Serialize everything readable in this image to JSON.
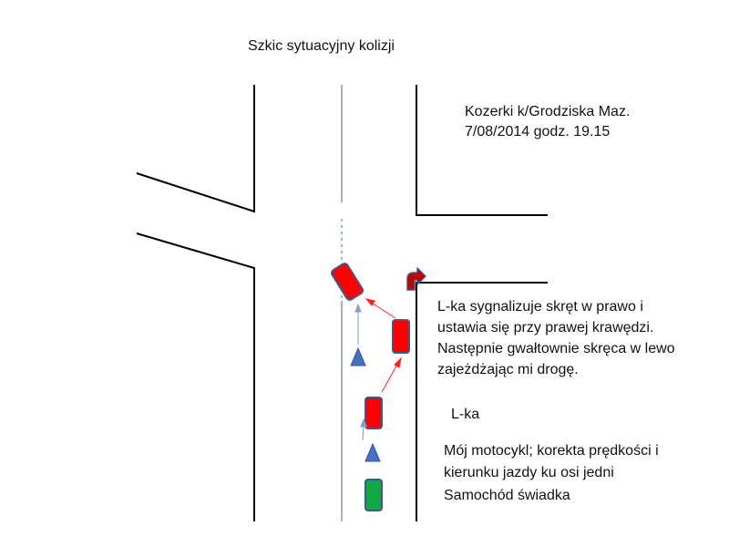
{
  "title": "Szkic sytuacyjny kolizji",
  "location": {
    "place": "Kozerki k/Grodziska Maz.",
    "datetime": "7/08/2014 godz. 19.15"
  },
  "description": [
    "L-ka sygnalizuje skręt w prawo i",
    "ustawia się przy prawej krawędzi.",
    "Następnie gwałtownie skręca w lewo",
    "zajeżdżając mi drogę."
  ],
  "legend": {
    "lka": "L-ka",
    "motorcycle": [
      "Mój motocykl; korekta prędkości i",
      "kierunku jazdy ku osi jedni"
    ],
    "witness": "Samochód świadka"
  },
  "colors": {
    "road_edge": "#000000",
    "center_line": "#5b7fb8",
    "car_red": "#ff0000",
    "car_border": "#3f5a8a",
    "car_green": "#13a846",
    "motorcycle": "#4472c4",
    "arrow_red": "#ff2020",
    "arrow_blue": "#7f9fce",
    "turn_signal": "#c00000"
  }
}
